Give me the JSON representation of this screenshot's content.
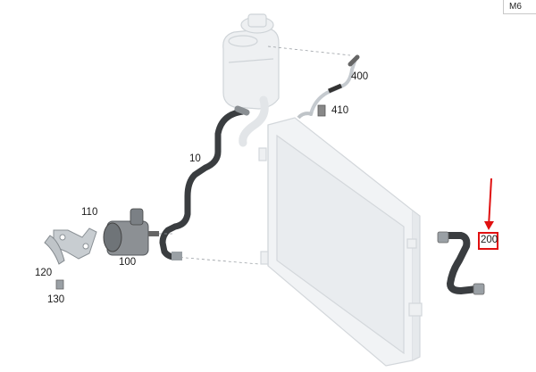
{
  "corner_tag": "M6",
  "parts": [
    {
      "id": "p400",
      "label": "400"
    },
    {
      "id": "p410",
      "label": "410"
    },
    {
      "id": "p10",
      "label": "10"
    },
    {
      "id": "p110",
      "label": "110"
    },
    {
      "id": "p100",
      "label": "100"
    },
    {
      "id": "p120",
      "label": "120"
    },
    {
      "id": "p130",
      "label": "130"
    },
    {
      "id": "p200",
      "label": "200"
    }
  ],
  "highlight": {
    "part": "200",
    "color": "#e01010"
  },
  "colors": {
    "line_art": "#d9dde0",
    "hose": "#3a3d40",
    "text": "#1a1a1a"
  }
}
